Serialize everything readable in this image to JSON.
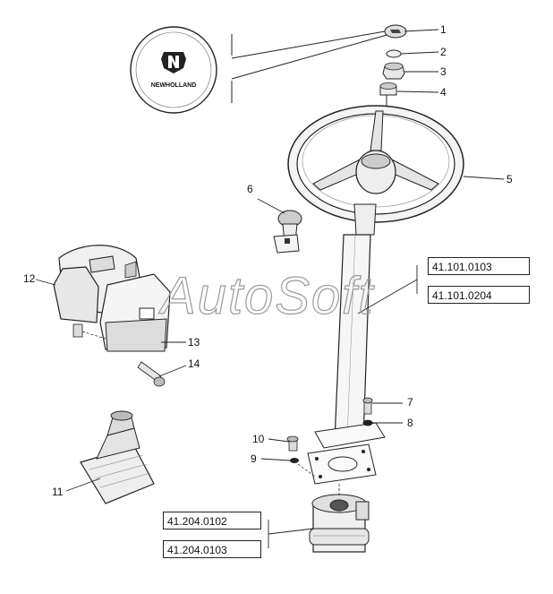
{
  "watermark": "AutoSoft",
  "logo": {
    "text": "NEWHOLLAND"
  },
  "callouts": {
    "c1": "1",
    "c2": "2",
    "c3": "3",
    "c4": "4",
    "c5": "5",
    "c6": "6",
    "c7": "7",
    "c8": "8",
    "c9": "9",
    "c10": "10",
    "c11": "11",
    "c12": "12",
    "c13": "13",
    "c14": "14"
  },
  "references": {
    "r1": "41.101.0103",
    "r2": "41.101.0204",
    "r3": "41.204.0102",
    "r4": "41.204.0103"
  },
  "icons": [
    "new-holland-logo-icon",
    "steering-wheel-icon",
    "steering-column-icon",
    "steering-unit-icon",
    "rubber-boot-icon",
    "console-cover-icon",
    "knob-icon"
  ]
}
